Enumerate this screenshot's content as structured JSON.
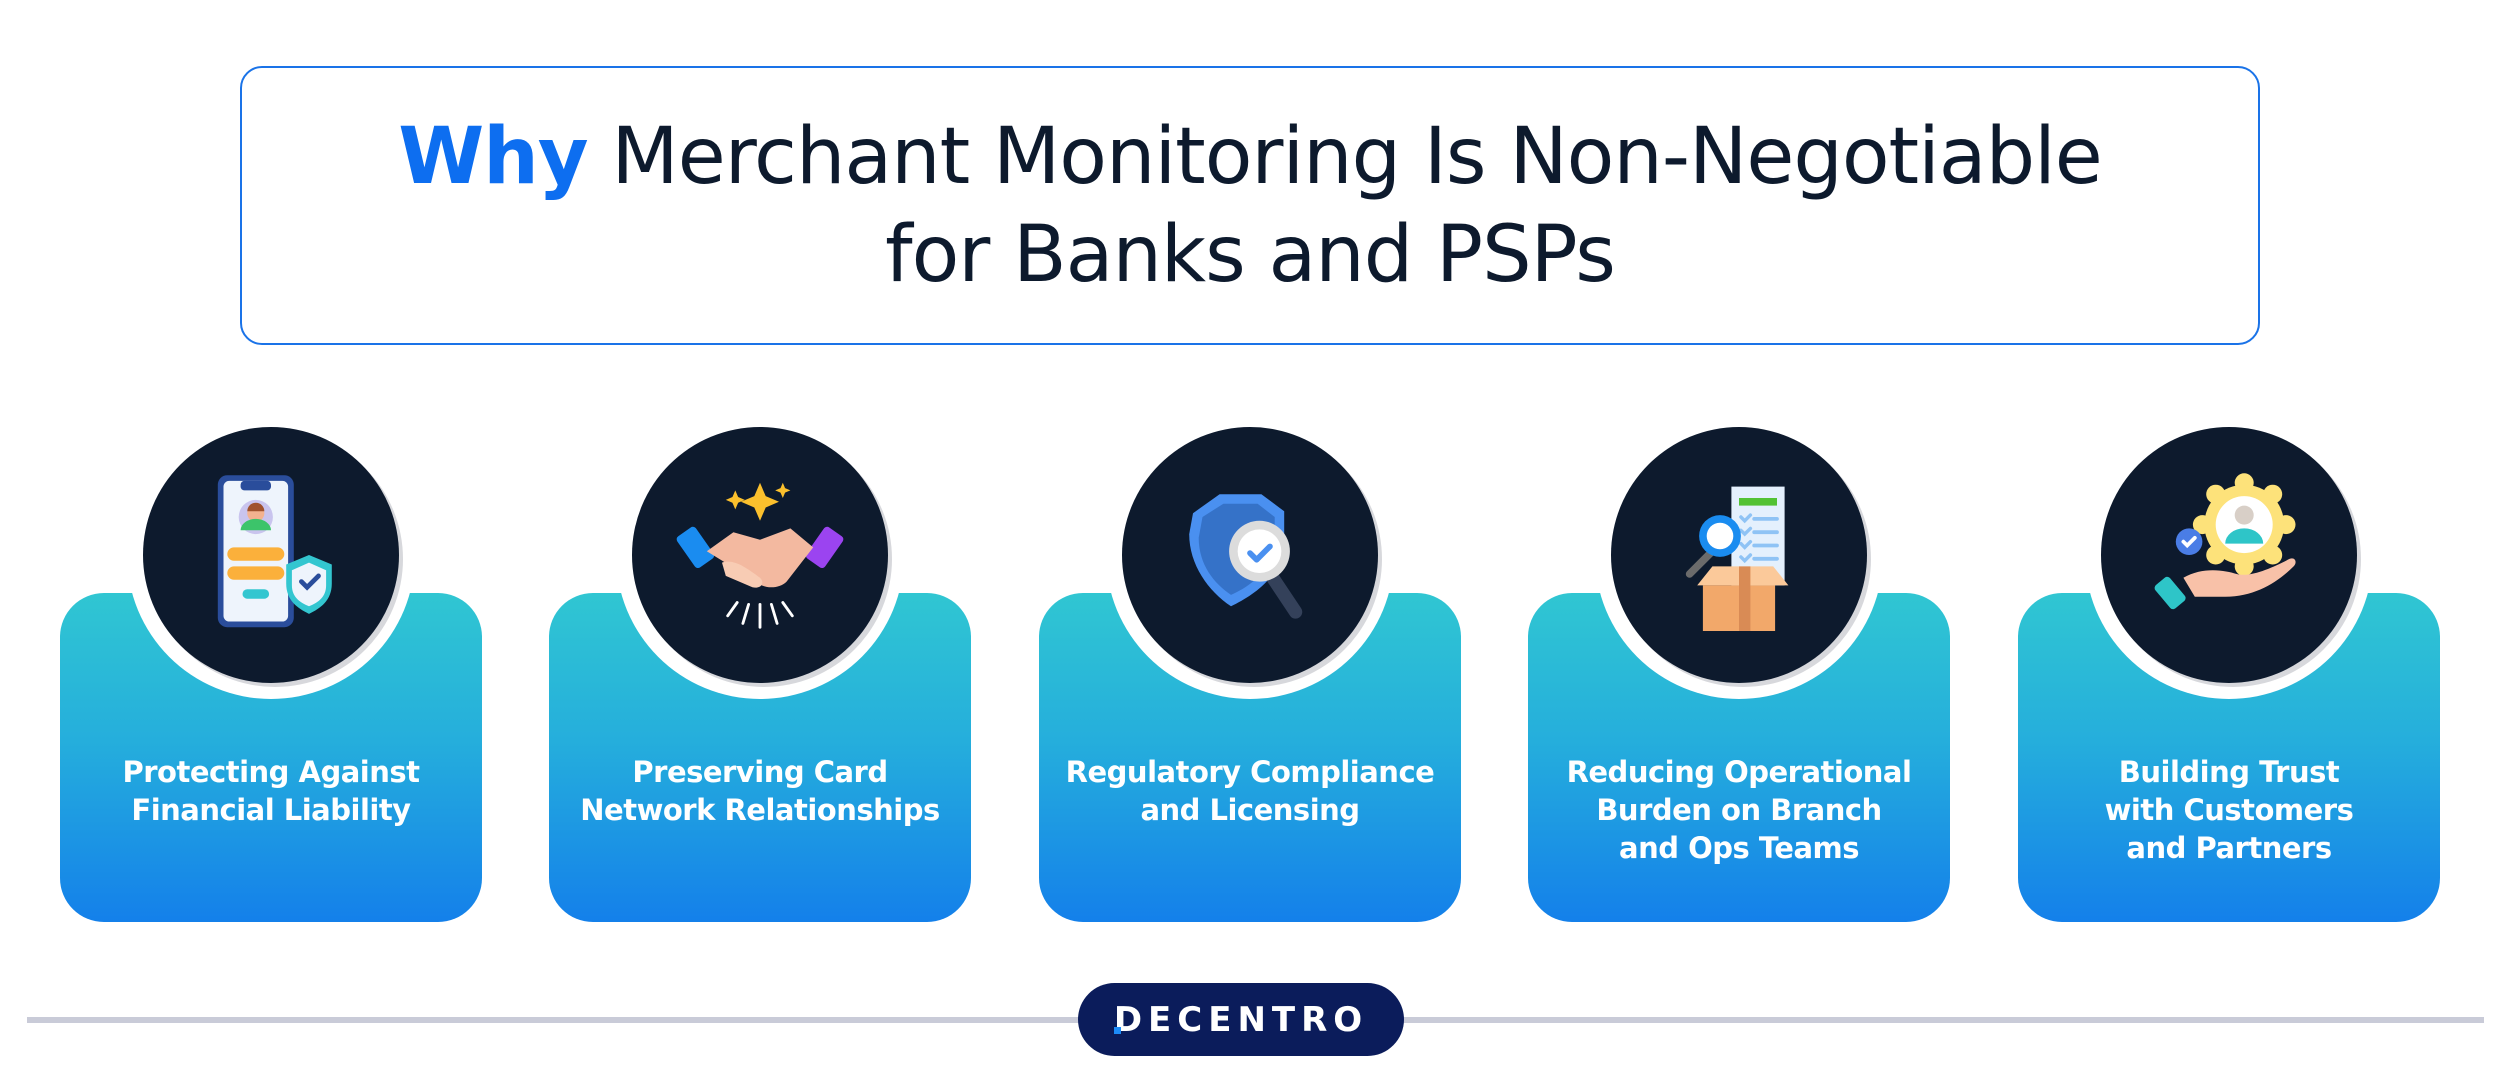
{
  "header": {
    "title_accent": "Why",
    "title_line1_rest": " Merchant Monitoring Is Non-Negotiable",
    "title_line2": "for Banks and PSPs"
  },
  "cards": [
    {
      "icon": "phone-profile-shield-icon",
      "lines": [
        "Protecting Against",
        "Financial Liability"
      ]
    },
    {
      "icon": "handshake-sparkle-icon",
      "lines": [
        "Preserving Card",
        "Network Relationships"
      ]
    },
    {
      "icon": "shield-magnifier-check-icon",
      "lines": [
        "Regulatory Compliance",
        "and Licensing"
      ]
    },
    {
      "icon": "box-checklist-magnifier-icon",
      "lines": [
        "Reducing Operational",
        "Burden on Branch",
        "and Ops Teams"
      ]
    },
    {
      "icon": "hand-badge-user-icon",
      "lines": [
        "Building Trust",
        "with Customers",
        "and Partners"
      ]
    }
  ],
  "footer": {
    "brand": "DECENTRO"
  },
  "colors": {
    "accent": "#0d6ef0",
    "title_text": "#0d1a2d",
    "title_border": "#1a73e8",
    "card_gradient_top": "#30c6d2",
    "card_gradient_bottom": "#1480ea",
    "icon_circle": "#0d1a2d",
    "brand_pill": "#0b1c5b",
    "divider": "#c9cbd8"
  }
}
